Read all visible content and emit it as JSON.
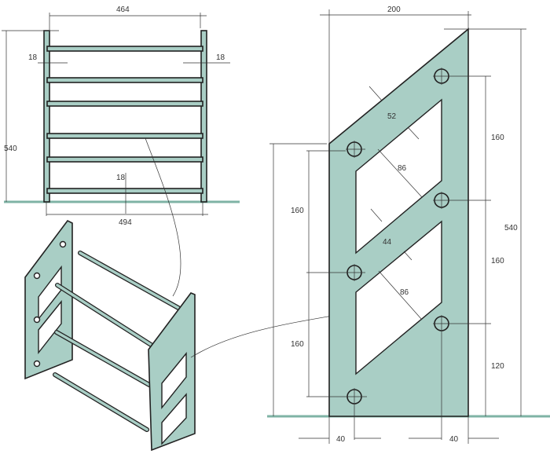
{
  "colors": {
    "panel_fill": "#a9cec5",
    "ground": "#7fb3a5",
    "line": "#222222"
  },
  "front_view": {
    "width_top": "464",
    "width_bottom": "494",
    "height": "540",
    "post_left": "18",
    "post_right": "18",
    "rail": "18"
  },
  "side_panel": {
    "width": "200",
    "height": "540",
    "top_band": "52",
    "opening_upper": "86",
    "middle_band": "44",
    "opening_lower": "86",
    "right_spacing": [
      "160",
      "160",
      "120"
    ],
    "left_spacing": [
      "160",
      "160"
    ],
    "edge_left": "40",
    "edge_right": "40"
  }
}
